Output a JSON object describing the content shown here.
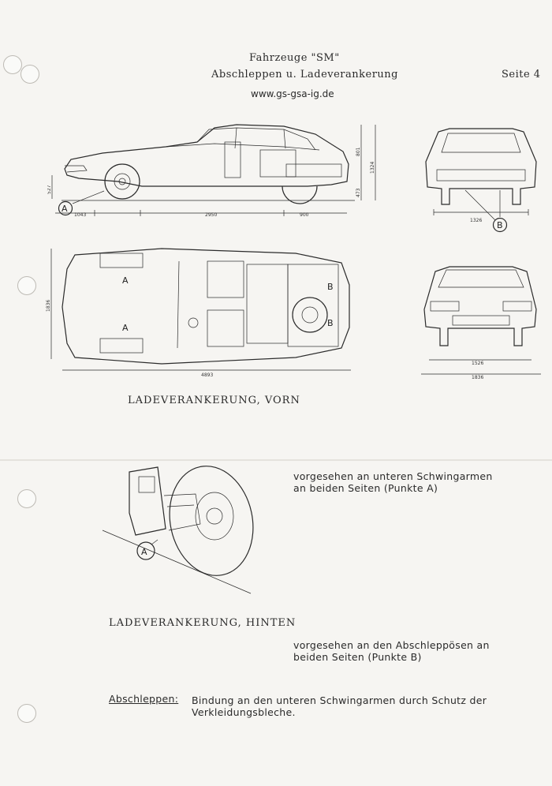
{
  "header": {
    "title": "Fahrzeuge \"SM\"",
    "subtitle": "Abschleppen u.  Ladeverankerung",
    "page": "Seite 4",
    "url": "www.gs-gsa-ig.de"
  },
  "drawings": {
    "side_dims": [
      "1043",
      "2950",
      "900"
    ],
    "side_vdims": [
      "527",
      "473",
      "801",
      "1324"
    ],
    "rear_dims": [
      "1326"
    ],
    "top_dims": [
      "1836",
      "4893"
    ],
    "front_dims": [
      "1526",
      "1836"
    ],
    "point_a": "A",
    "point_b": "B"
  },
  "sections": {
    "front_caption": "LADEVERANKERUNG, VORN",
    "front_note_line1": "vorgesehen an unteren Schwingarmen",
    "front_note_line2": "an beiden Seiten (Punkte A)",
    "rear_caption": "LADEVERANKERUNG, HINTEN",
    "rear_note_line1": "vorgesehen an den Abschleppösen an",
    "rear_note_line2": "beiden Seiten (Punkte B)"
  },
  "towing": {
    "label": "Abschleppen:",
    "text_line1": "Bindung an den unteren Schwingarmen durch Schutz der",
    "text_line2": "Verkleidungsbleche."
  }
}
